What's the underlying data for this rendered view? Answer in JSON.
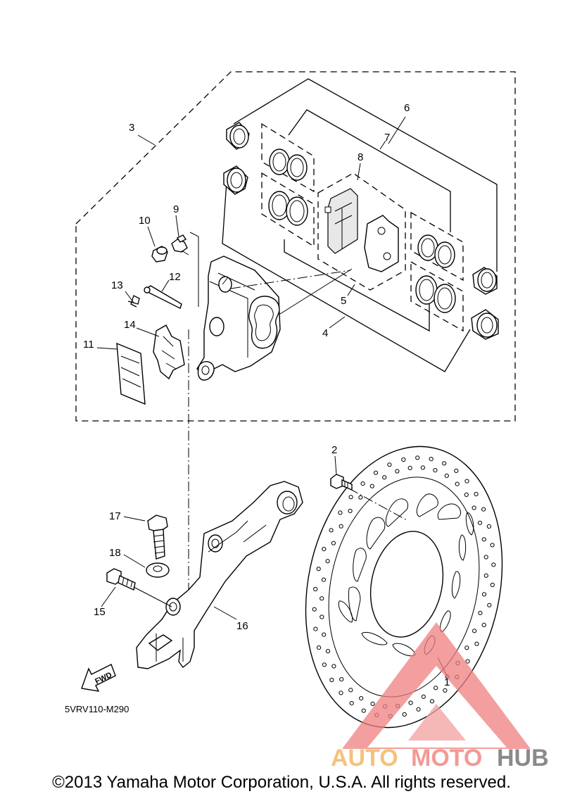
{
  "diagram": {
    "callouts": {
      "c1": "1",
      "c2": "2",
      "c3": "3",
      "c4": "4",
      "c5": "5",
      "c6": "6",
      "c7": "7",
      "c8": "8",
      "c9": "9",
      "c10": "10",
      "c11": "11",
      "c12": "12",
      "c13": "13",
      "c14": "14",
      "c15": "15",
      "c16": "16",
      "c17": "17",
      "c18": "18"
    },
    "fwd_label": "FWD",
    "drawing_code": "5VRV110-M290"
  },
  "watermark": {
    "part1": "AUTO",
    "part2": "MOTO",
    "part3": "HUB",
    "colors": {
      "auto": "#f5c27a",
      "moto": "#f29a95",
      "hub": "#8a8a8a",
      "triangle": "#f08080"
    }
  },
  "footer": {
    "copyright": "©2013 Yamaha Motor Corporation, U.S.A. All rights reserved."
  }
}
